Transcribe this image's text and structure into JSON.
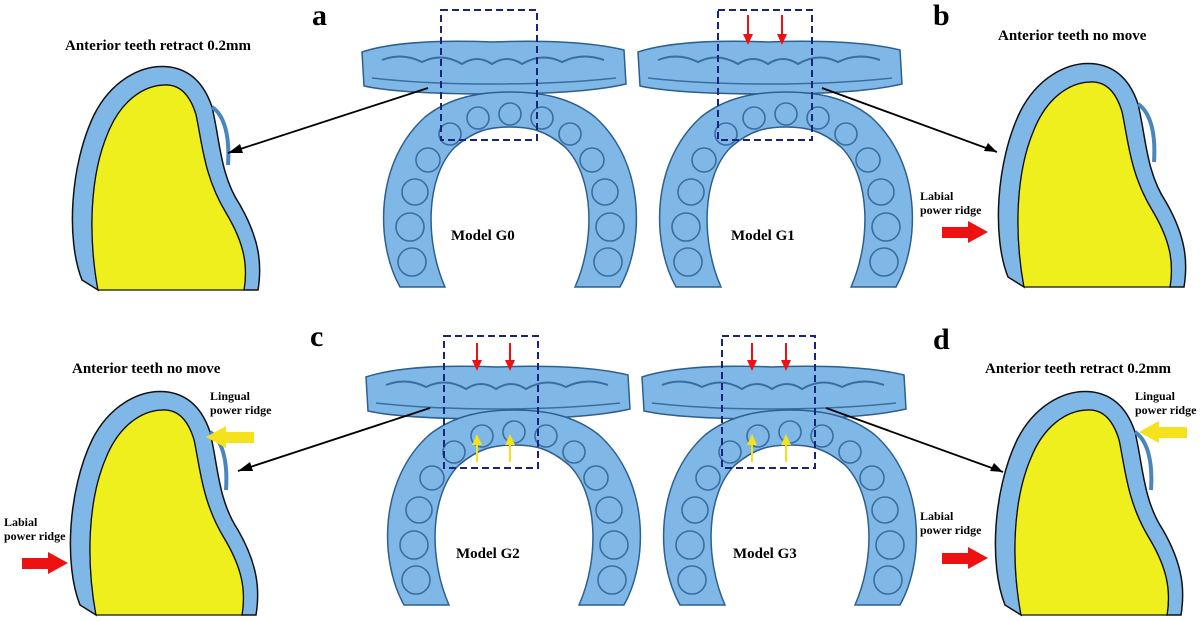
{
  "panels": [
    {
      "letter": "a",
      "caption": "Anterior teeth retract 0.2mm",
      "model": "Model G0"
    },
    {
      "letter": "b",
      "caption": "Anterior teeth no move",
      "model": "Model G1"
    },
    {
      "letter": "c",
      "caption": "Anterior teeth no move",
      "model": "Model G2"
    },
    {
      "letter": "d",
      "caption": "Anterior teeth retract 0.2mm",
      "model": "Model G3"
    }
  ],
  "labels": {
    "labial_line1": "Labial",
    "labial_line2": "power ridge",
    "lingual_line1": "Lingual",
    "lingual_line2": "power ridge"
  },
  "colors": {
    "aligner_blue": "#7fb8e6",
    "aligner_dark": "#4a86bd",
    "tooth_yellow": "#f0ef1e",
    "arrow_red": "#ee1111",
    "arrow_yellow": "#f5e21c",
    "box_navy": "#1a237e"
  }
}
